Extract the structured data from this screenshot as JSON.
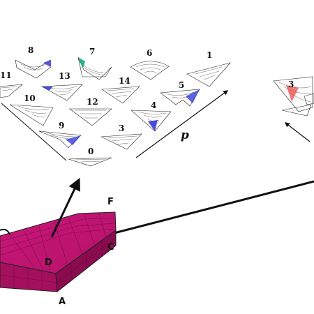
{
  "mode_labels": {
    "m0": "0",
    "m1": "1",
    "m3": "3",
    "m4": "4",
    "m5": "5",
    "m6": "6",
    "m7": "7",
    "m8": "8",
    "m9": "9",
    "m10": "10",
    "m11": "11",
    "m12": "12",
    "m13": "13",
    "m14": "14"
  },
  "right_cluster_label": "3",
  "axis_label": "p",
  "slab_corners": {
    "A": "A",
    "C": "C",
    "D": "D",
    "F": "F"
  },
  "colors": {
    "slab_top": "#c0156e",
    "slab_front": "#a4105d",
    "slab_side": "#8a0c4f",
    "slab_grid": "#6a0a3c",
    "contour_high": "#e8201c",
    "contour_mid": "#9bd81d",
    "contour_low": "#2a2fd6"
  }
}
